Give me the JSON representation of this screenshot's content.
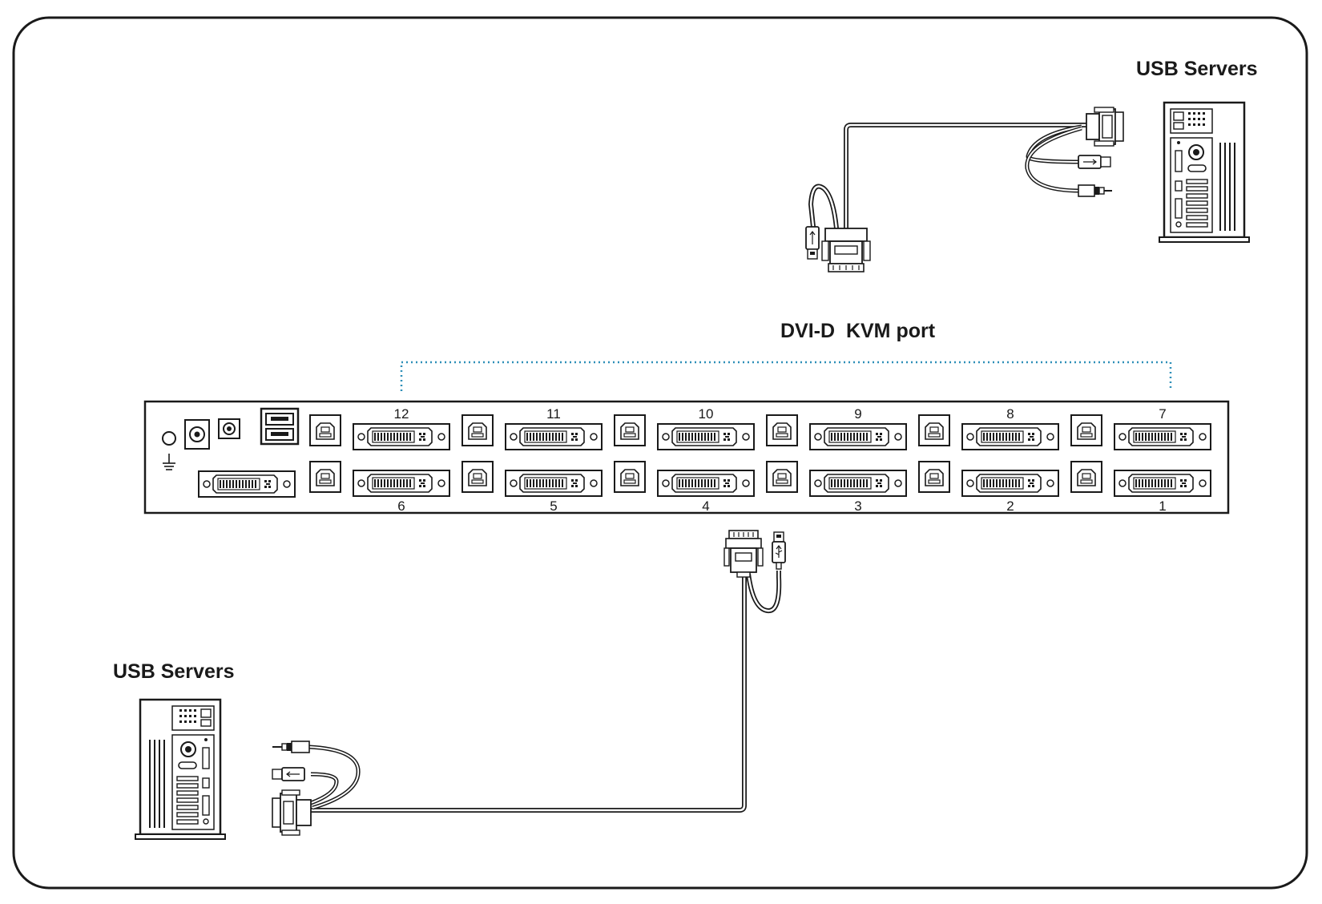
{
  "labels": {
    "top_servers": "USB Servers",
    "bottom_servers": "USB Servers",
    "kvm_port": "DVI-D  KVM port"
  },
  "ports": {
    "top_row": [
      "12",
      "11",
      "10",
      "9",
      "8",
      "7"
    ],
    "bottom_row": [
      "6",
      "5",
      "4",
      "3",
      "2",
      "1"
    ]
  },
  "colors": {
    "line": "#1a1a1a",
    "dotted_bracket": "#2e8fb8",
    "background": "#ffffff"
  },
  "icons": [
    "usb-b-port-icon",
    "dvi-port-icon",
    "usb-server-tower-icon",
    "dvi-connector-icon",
    "usb-connector-icon",
    "audio-plug-icon",
    "ground-icon"
  ]
}
